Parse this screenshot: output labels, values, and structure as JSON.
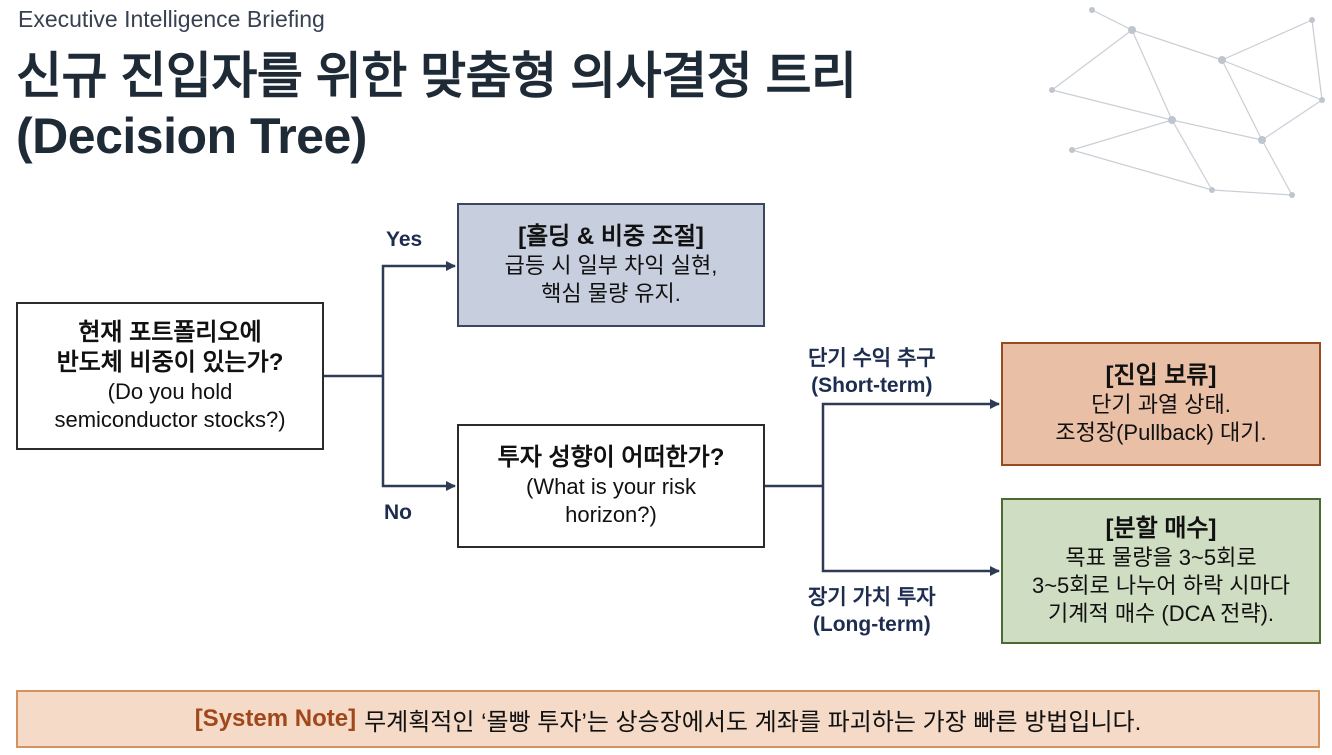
{
  "header": {
    "kicker": "Executive Intelligence Briefing",
    "title_line1": "신규 진입자를 위한 맞춤형 의사결정 트리",
    "title_line2": "(Decision Tree)"
  },
  "tree": {
    "root": {
      "question_ko_line1": "현재 포트폴리오에",
      "question_ko_line2": "반도체 비중이 있는가?",
      "question_en_line1": "(Do you hold",
      "question_en_line2": "semiconductor stocks?)"
    },
    "branch_yes": {
      "label": "Yes"
    },
    "branch_no": {
      "label": "No"
    },
    "hold": {
      "heading": "[홀딩 & 비중 조절]",
      "line1": "급등 시 일부 차익 실현,",
      "line2": "핵심 물량 유지."
    },
    "risk": {
      "question_ko": "투자 성향이 어떠한가?",
      "question_en_line1": "(What is your risk",
      "question_en_line2": "horizon?)"
    },
    "branch_short": {
      "label_ko": "단기 수익 추구",
      "label_en": "(Short-term)"
    },
    "branch_long": {
      "label_ko": "장기 가치 투자",
      "label_en": "(Long-term)"
    },
    "wait": {
      "heading": "[진입 보류]",
      "line1": "단기 과열 상태.",
      "line2": "조정장(Pullback) 대기."
    },
    "split": {
      "heading": "[분할 매수]",
      "line1": "목표 물량을 3~5회로",
      "line2": "3~5회로 나누어 하락 시마다",
      "line3": "기계적 매수 (DCA 전략)."
    }
  },
  "note": {
    "tag": "[System Note]",
    "text": "무계획적인 ‘몰빵 투자’는 상승장에서도 계좌를 파괴하는 가장 빠른 방법입니다."
  },
  "colors": {
    "hold_fill": "#c7cedd",
    "wait_fill": "#e9bfa6",
    "split_fill": "#cfddc2",
    "note_fill": "#f5dac8",
    "note_tag": "#a0481b",
    "branch_label": "#1e2d4f"
  }
}
